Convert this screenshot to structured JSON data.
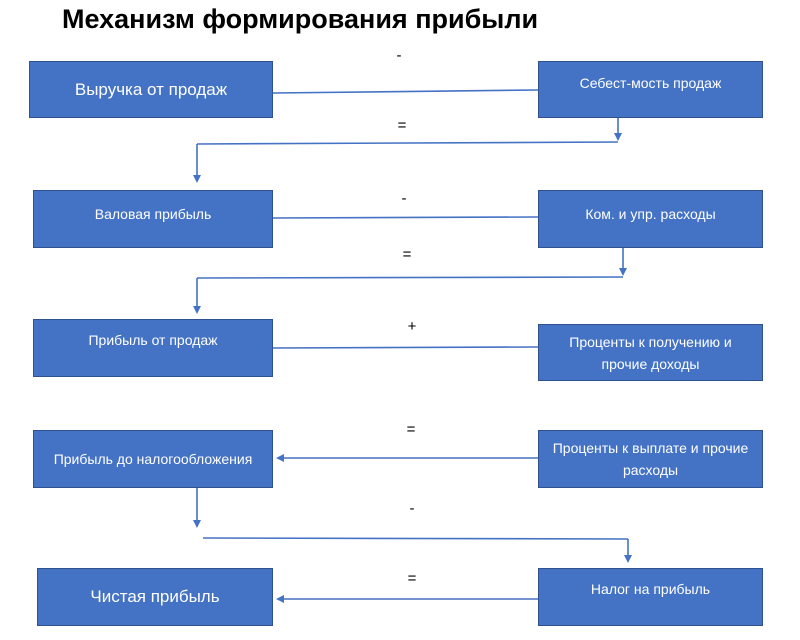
{
  "title": "Механизм формирования прибыли",
  "colors": {
    "box_fill": "#4472c4",
    "box_text": "#ffffff",
    "connector": "#4472c4"
  },
  "boxes": {
    "revenue": "Выручка от продаж",
    "cost_of_sales": "Себест-мость продаж",
    "gross_profit": "Валовая прибыль",
    "commercial_admin_expenses": "Ком. и упр. расходы",
    "sales_profit": "Прибыль от продаж",
    "interest_receivable_other_income": "Проценты к получению и прочие доходы",
    "profit_before_tax": "Прибыль до налогообложения",
    "interest_payable_other_expenses": "Проценты к выплате и прочие расходы",
    "net_profit": "Чистая прибыль",
    "income_tax": "Налог на прибыль"
  },
  "operators": {
    "op1": "-",
    "op2": "=",
    "op3": "-",
    "op4": "=",
    "op5": "+",
    "op6": "=",
    "op7": "-",
    "op8": "="
  }
}
